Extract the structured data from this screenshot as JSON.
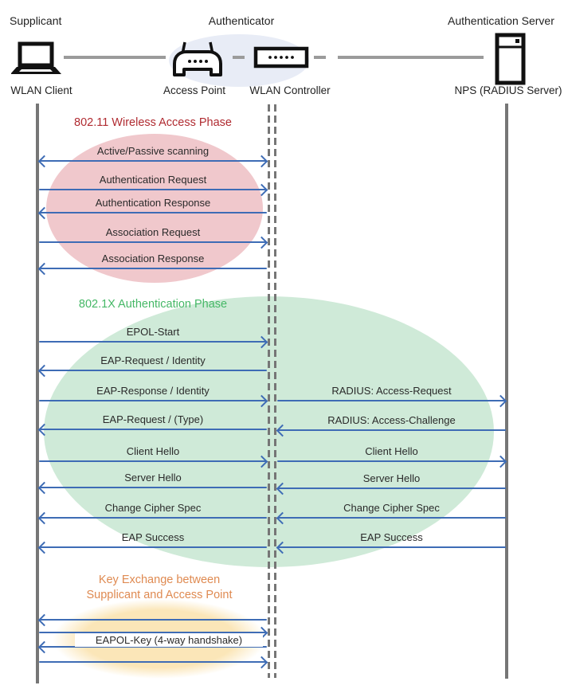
{
  "roles": {
    "supplicant": "Supplicant",
    "authenticator": "Authenticator",
    "auth_server": "Authentication Server"
  },
  "devices": {
    "wlan_client": "WLAN Client",
    "access_point": "Access Point",
    "wlan_controller": "WLAN Controller",
    "nps": "NPS (RADIUS Server)"
  },
  "phases": {
    "phase1": {
      "title": "802.11 Wireless Access Phase",
      "title_color": "#b02b31",
      "ellipse_color": "#f0c8cc"
    },
    "phase2": {
      "title": "802.1X Authentication Phase",
      "title_color": "#45b866",
      "ellipse_color": "#cfead8"
    },
    "phase3": {
      "title_line1": "Key Exchange between",
      "title_line2": "Supplicant and Access Point",
      "title_color": "#df8a51",
      "ellipse_color": "#fbe6b8"
    }
  },
  "messages": {
    "left": [
      {
        "label": "Active/Passive scanning",
        "direction": "both"
      },
      {
        "label": "Authentication Request",
        "direction": "right"
      },
      {
        "label": "Authentication Response",
        "direction": "left"
      },
      {
        "label": "Association Request",
        "direction": "right"
      },
      {
        "label": "Association Response",
        "direction": "left"
      },
      {
        "label": "EPOL-Start",
        "direction": "right"
      },
      {
        "label": "EAP-Request / Identity",
        "direction": "left"
      },
      {
        "label": "EAP-Response / Identity",
        "direction": "right"
      },
      {
        "label": "EAP-Request / (Type)",
        "direction": "left"
      },
      {
        "label": "Client Hello",
        "direction": "right"
      },
      {
        "label": "Server Hello",
        "direction": "left"
      },
      {
        "label": "Change Cipher Spec",
        "direction": "left"
      },
      {
        "label": "EAP Success",
        "direction": "left"
      }
    ],
    "right": [
      {
        "label": "RADIUS: Access-Request",
        "direction": "right"
      },
      {
        "label": "RADIUS: Access-Challenge",
        "direction": "left"
      },
      {
        "label": "Client Hello",
        "direction": "right"
      },
      {
        "label": "Server Hello",
        "direction": "left"
      },
      {
        "label": "Change Cipher Spec",
        "direction": "left"
      },
      {
        "label": "EAP Success",
        "direction": "left"
      }
    ],
    "key_exchange": {
      "label": "EAPOL-Key (4-way handshake)",
      "arrows": [
        "left",
        "right",
        "left",
        "right"
      ]
    }
  },
  "colors": {
    "arrow": "#3e6cb5",
    "lifeline": "#767676",
    "text": "#2a2a2a",
    "authenticator_group_ellipse": "#e8ecf6",
    "connector_line": "#9b9b9b"
  }
}
